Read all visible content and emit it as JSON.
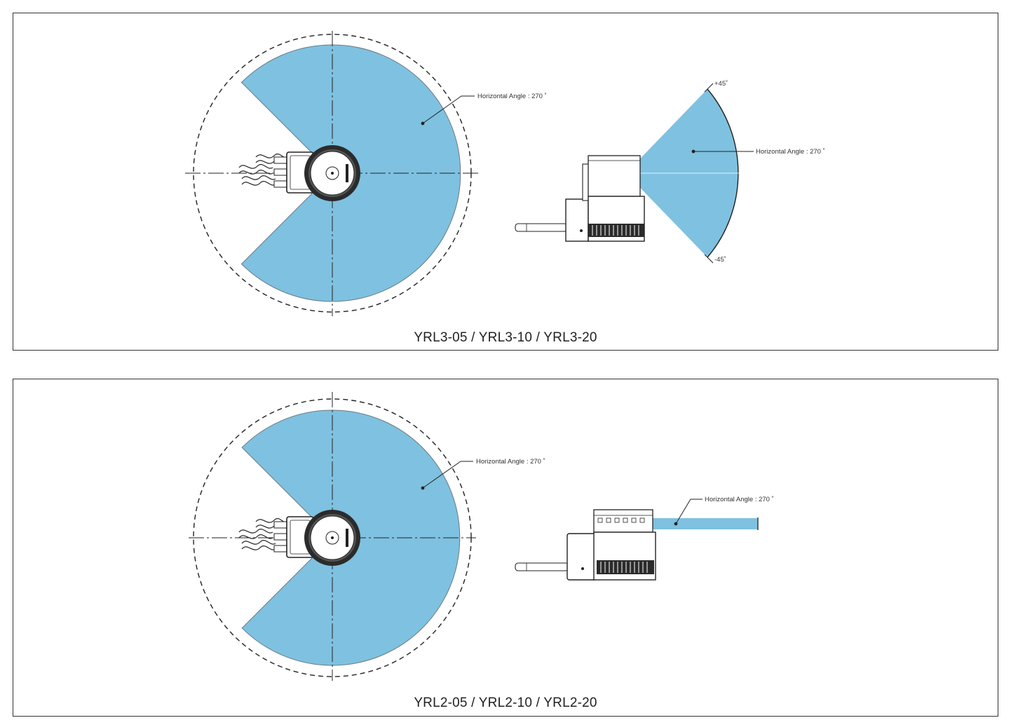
{
  "colors": {
    "coverage": "#7fc1e0",
    "coverage_edge": "#6a7a86",
    "line": "#222222",
    "device_body": "#2b2b2b"
  },
  "panels": [
    {
      "caption": "YRL3-05 / YRL3-10 / YRL3-20",
      "top_view_label": "Horizontal Angle : 270 ˚",
      "side_view_label": "Horizontal Angle : 270 ˚",
      "upper_angle": "+45˚",
      "lower_angle": "-45˚"
    },
    {
      "caption": "YRL2-05 / YRL2-10 / YRL2-20",
      "top_view_label": "Horizontal Angle : 270 ˚",
      "side_view_label": "Horizontal Angle : 270 ˚"
    }
  ]
}
